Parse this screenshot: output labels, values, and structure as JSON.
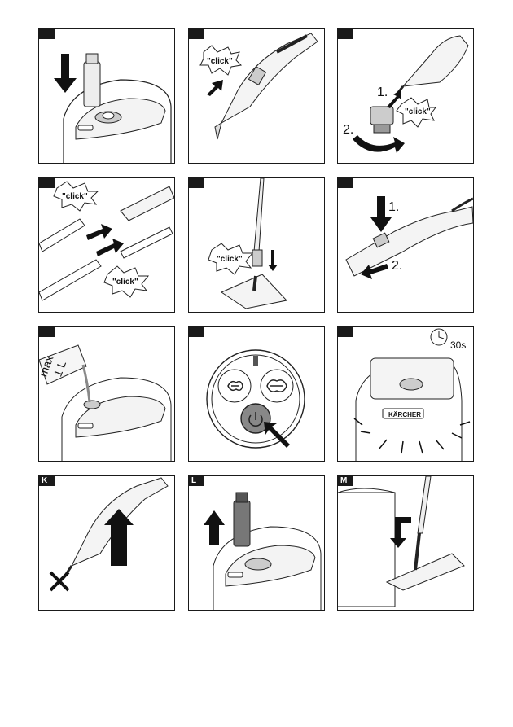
{
  "panels": [
    {
      "id": "A",
      "label": ""
    },
    {
      "id": "B",
      "label": ""
    },
    {
      "id": "C",
      "label": ""
    },
    {
      "id": "D",
      "label": ""
    },
    {
      "id": "E",
      "label": ""
    },
    {
      "id": "F",
      "label": ""
    },
    {
      "id": "G",
      "label": ""
    },
    {
      "id": "H",
      "label": ""
    },
    {
      "id": "I",
      "label": ""
    },
    {
      "id": "J",
      "label": "K"
    },
    {
      "id": "K",
      "label": "L"
    },
    {
      "id": "L",
      "label": "M"
    }
  ],
  "texts": {
    "click": "\"click\"",
    "step1": "1.",
    "step2": "2.",
    "max": "max",
    "volume": "1 L",
    "timer": "30s",
    "brand": "KÄRCHER"
  },
  "icons": [
    "arrow-down-icon",
    "arrow-up-icon",
    "rotate-arrow-icon",
    "click-burst-icon",
    "power-button-icon",
    "steam-low-icon",
    "steam-high-icon",
    "timer-icon",
    "cross-icon",
    "cartridge-icon"
  ]
}
